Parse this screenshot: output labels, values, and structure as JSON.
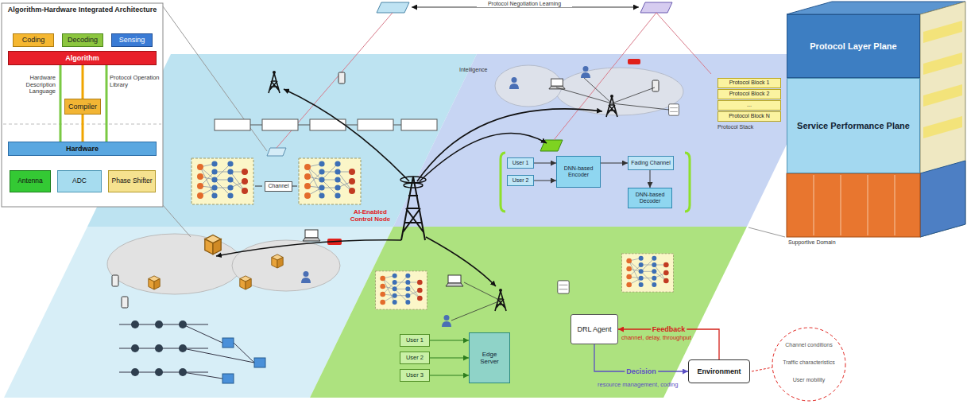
{
  "diagram": {
    "nodes": [
      {
        "text": [
          "Algorithm-Hardware Integrated Architecture"
        ]
      },
      {
        "text": [
          "Coding"
        ],
        "in": 0
      },
      {
        "text": [
          "Decoding"
        ],
        "in": 0
      },
      {
        "text": [
          "Sensing"
        ],
        "in": 0
      },
      {
        "text": [
          "Algorithm"
        ],
        "in": 0
      },
      {
        "text": [
          "Compiler"
        ],
        "in": 0
      },
      {
        "text": [
          "Hardware"
        ],
        "in": 0
      },
      {
        "text": [
          "Antenna"
        ],
        "in": 0
      },
      {
        "text": [
          "ADC"
        ],
        "in": 0
      },
      {
        "text": [
          "Phase Shifter"
        ],
        "in": 0
      },
      {
        "text": [
          "Protocol Layer Plane"
        ]
      },
      {
        "text": [
          "Service Performance Plane"
        ]
      },
      {
        "text": [
          "Protocol Block 1"
        ]
      },
      {
        "text": [
          "Protocol Block 2"
        ]
      },
      {
        "text": [
          "..."
        ]
      },
      {
        "text": [
          "Protocol Block N"
        ]
      },
      {
        "text": [
          "Channel"
        ]
      },
      {
        "text": [
          "User 1"
        ]
      },
      {
        "text": [
          "User 2"
        ]
      },
      {
        "text": [
          "DNN-based Encoder"
        ]
      },
      {
        "text": [
          "Fading Channel"
        ]
      },
      {
        "text": [
          "DNN-based Decoder"
        ]
      },
      {
        "text": [
          "User 1"
        ]
      },
      {
        "text": [
          "User 2"
        ]
      },
      {
        "text": [
          "User 3"
        ]
      },
      {
        "text": [
          "Edge Server"
        ]
      },
      {
        "text": [
          "DRL Agent"
        ]
      },
      {
        "text": [
          "Environment"
        ]
      }
    ],
    "edges": [
      {
        "from": 4,
        "to": 5,
        "arrow": "none"
      },
      {
        "from": 5,
        "to": 6,
        "arrow": "none"
      },
      {
        "from": 17,
        "to": 19,
        "arrow": "to"
      },
      {
        "from": 18,
        "to": 19,
        "arrow": "to"
      },
      {
        "from": 19,
        "to": 20,
        "arrow": "to"
      },
      {
        "from": 20,
        "to": 21,
        "arrow": "to"
      },
      {
        "from": 22,
        "to": 25,
        "arrow": "to"
      },
      {
        "from": 23,
        "to": 25,
        "arrow": "to"
      },
      {
        "from": 24,
        "to": 25,
        "arrow": "to"
      },
      {
        "from": 27,
        "to": 26,
        "label": "Feedback",
        "arrow": "to"
      },
      {
        "from": 26,
        "to": 27,
        "label": "Decision",
        "arrow": "to"
      }
    ],
    "labels": [
      "Protocol Negotiation Learning",
      "Hardware Description Language",
      "Protocol Operation Library",
      "Supportive Domain",
      "Intelligence",
      "AI-Enabled Control Node",
      "Protocol Stack",
      "channel, delay, throughput",
      "resource management, coding",
      "Channel conditions",
      "Traffic characteristics",
      "User mobility"
    ]
  }
}
